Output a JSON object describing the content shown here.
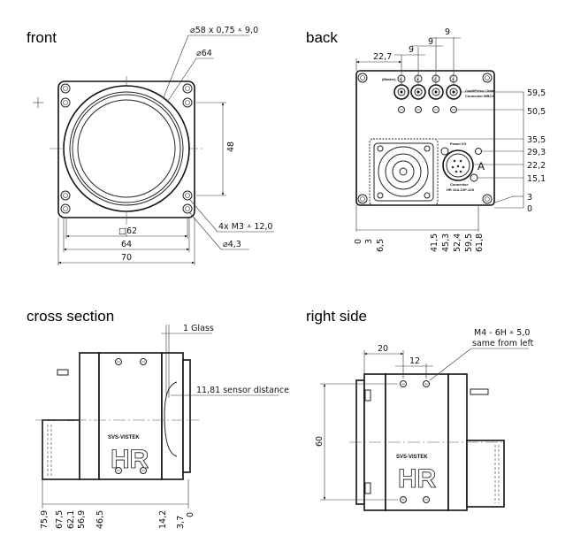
{
  "front": {
    "title": "front",
    "thread_callout": "⌀58 x 0,75 ⩡ 9,0",
    "diameter_64": "⌀64",
    "dim_48": "48",
    "screw_callout": "4x M3 ⩡ 12,0",
    "hole_callout": "⌀4,3",
    "dim_square_62": "□62",
    "dim_64": "64",
    "dim_70": "70"
  },
  "back": {
    "title": "back",
    "dim_22_7": "22,7",
    "dim_pitch": [
      "9",
      "9",
      "9"
    ],
    "connector_numbers": [
      "0",
      "1",
      "2",
      "3"
    ],
    "master_label": "(Master)",
    "coax_label_1": "CoaXPress / Data",
    "coax_label_2": "Connector MBCX",
    "power_label": "Power I/O",
    "power_connector_1": "Connector:",
    "power_connector_2": "HR 10A-10P-12S",
    "marker_a": "A",
    "right_dims": [
      "59,5",
      "50,5",
      "35,5",
      "29,3",
      "22,2",
      "15,1",
      "3",
      "0"
    ],
    "bottom_dims": [
      "0",
      "3",
      "6,5",
      "41,5",
      "45,3",
      "52,4",
      "59,5",
      "61,8"
    ]
  },
  "cross_section": {
    "title": "cross section",
    "glass_label": "1 Glass",
    "sensor_distance": "11,81 sensor distance",
    "brand": "SVS-VISTEK",
    "logo": "HR",
    "bottom_dims": [
      "75,9",
      "67,5",
      "62,1",
      "56,9",
      "46,5",
      "14,2",
      "3,7",
      "0"
    ]
  },
  "right_side": {
    "title": "right side",
    "thread_callout": "M4 - 6H ⩡ 5,0",
    "thread_note": "same from left",
    "dim_20": "20",
    "dim_12": "12",
    "dim_60": "60",
    "brand": "SVS-VISTEK",
    "logo": "HR"
  }
}
